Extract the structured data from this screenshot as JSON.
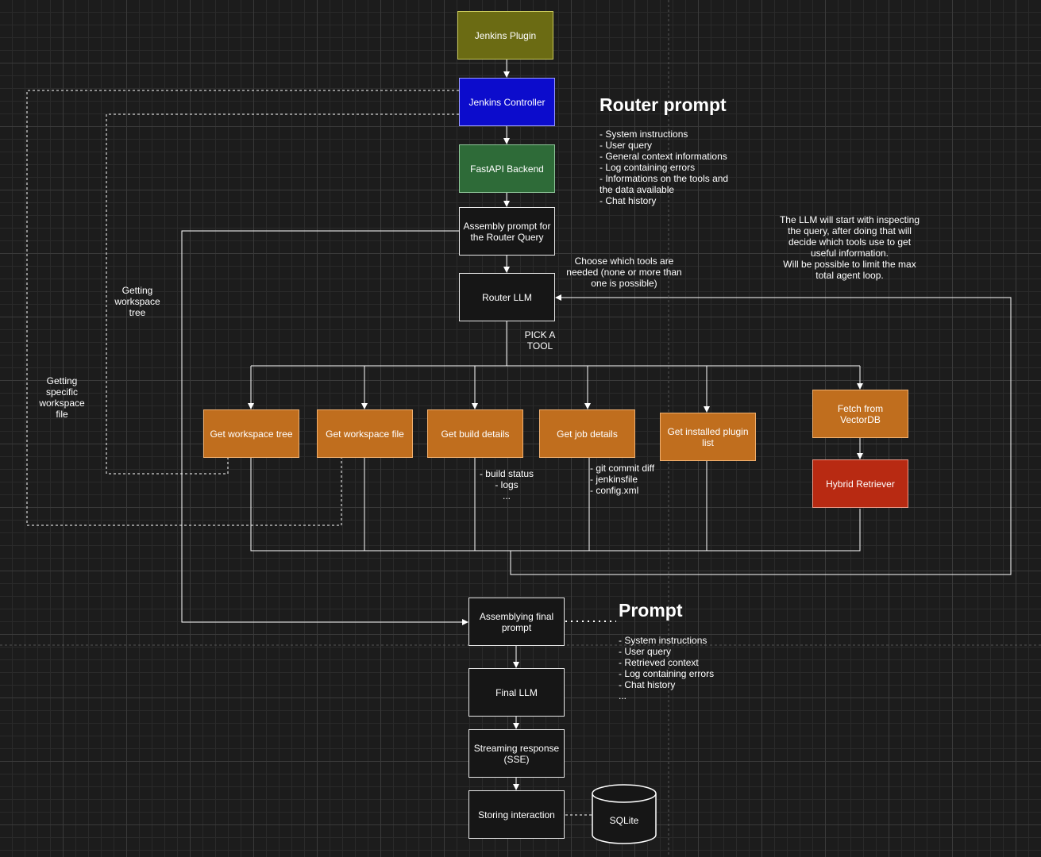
{
  "nodes": {
    "jenkins_plugin": "Jenkins Plugin",
    "jenkins_controller": "Jenkins Controller",
    "fastapi_backend": "FastAPI Backend",
    "assembly_prompt": "Assembly prompt for the Router Query",
    "router_llm": "Router LLM",
    "get_workspace_tree": "Get workspace tree",
    "get_workspace_file": "Get workspace file",
    "get_build_details": "Get build details",
    "get_job_details": "Get job details",
    "get_installed_plugin_list": "Get installed plugin list",
    "fetch_from_vectordb": "Fetch from VectorDB",
    "hybrid_retriever": "Hybrid Retriever",
    "assemblying_final_prompt": "Assemblying final prompt",
    "final_llm": "Final LLM",
    "streaming_response": "Streaming response (SSE)",
    "storing_interaction": "Storing interaction",
    "sqlite": "SQLite"
  },
  "router_prompt": {
    "title": "Router prompt",
    "items": "- System instructions\n- User query\n- General context informations\n- Log containing errors\n- Informations on the tools and\nthe data available\n- Chat history"
  },
  "final_prompt": {
    "title": "Prompt",
    "items": "- System instructions\n- User query\n- Retrieved context\n- Log containing errors\n- Chat history\n..."
  },
  "annotations": {
    "choose_tools": "Choose which tools are\nneeded (none or more than\none is possible)",
    "llm_note": "The LLM will start with inspecting\nthe query, after doing that will\ndecide which tools use to get\nuseful information.\nWill be possible to limit the max\ntotal agent loop.",
    "pick_a_tool": "PICK A\nTOOL",
    "getting_workspace_tree": "Getting\nworkspace\ntree",
    "getting_specific_file": "Getting\nspecific\nworkspace\nfile",
    "build_details_note": "- build status\n- logs\n...",
    "job_details_note": "- git commit diff\n- jenkinsfile\n- config.xml"
  },
  "colors": {
    "olive": "#6b6b13",
    "blue": "#0c0ccc",
    "green": "#2e6b38",
    "orange": "#c06e1e",
    "red": "#b82a12",
    "dark": "#161616"
  }
}
